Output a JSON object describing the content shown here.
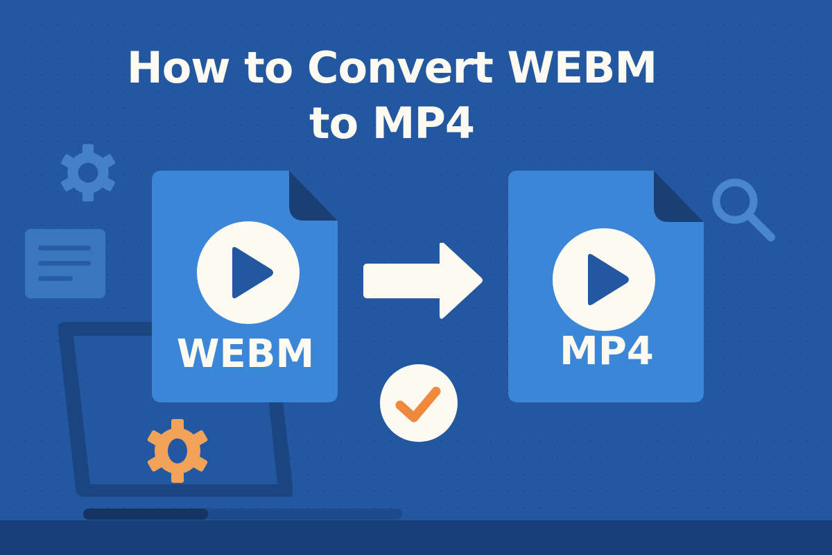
{
  "title": {
    "line1": "How to Convert WEBM",
    "line2": "to MP4"
  },
  "source_file": {
    "label": "WEBM",
    "icon": "play-icon"
  },
  "target_file": {
    "label": "MP4",
    "icon": "play-icon"
  },
  "decorations": {
    "arrow": "arrow-right-icon",
    "check": "check-circle-icon",
    "gear_top": "gear-icon",
    "gear_laptop": "gear-icon",
    "search": "search-icon",
    "document": "document-icon",
    "laptop": "laptop-icon"
  },
  "colors": {
    "background": "#2358a0",
    "file_blue": "#3b86d6",
    "file_fold": "#1a3f74",
    "cream": "#fdfaf2",
    "orange": "#f0883e",
    "floor": "#173f78"
  }
}
